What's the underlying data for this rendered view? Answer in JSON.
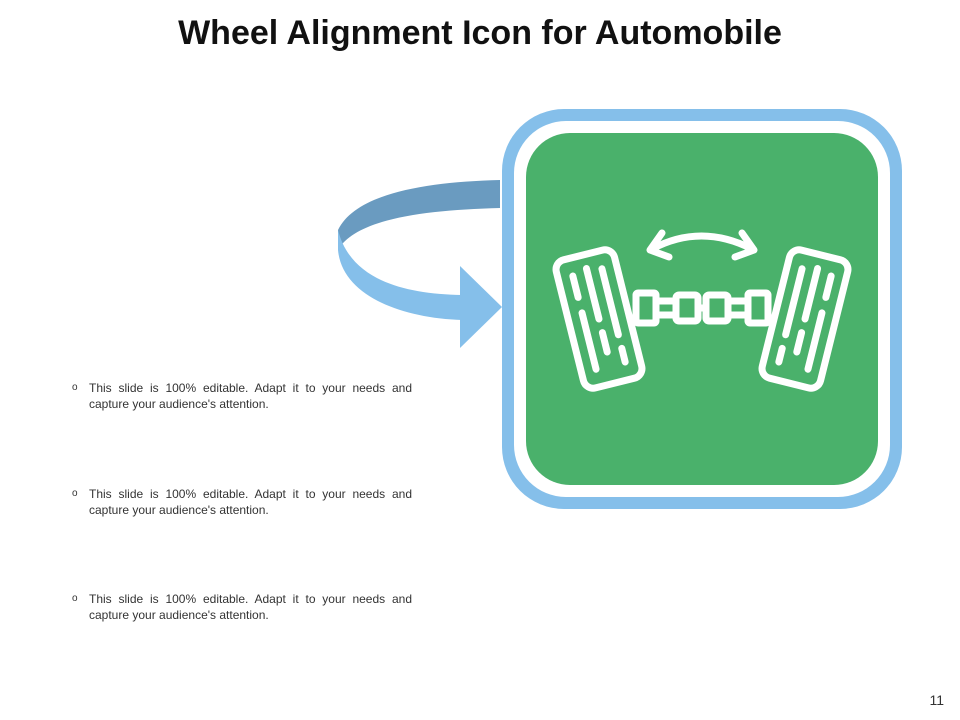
{
  "slide": {
    "title": "Wheel Alignment Icon for Automobile",
    "page_number": "11"
  },
  "colors": {
    "light_blue": "#85BFEA",
    "dark_blue": "#6A9BC0",
    "green": "#4AB16B",
    "white": "#FFFFFF"
  },
  "icon": {
    "name": "wheel-alignment-icon"
  },
  "bullets": [
    {
      "marker": "o",
      "text": "This slide is 100% editable. Adapt it to your needs and capture your audience's attention."
    },
    {
      "marker": "o",
      "text": "This slide is 100% editable. Adapt it to your needs and capture your audience's attention."
    },
    {
      "marker": "o",
      "text": "This slide is 100% editable. Adapt it to your needs and capture your audience's attention."
    }
  ]
}
